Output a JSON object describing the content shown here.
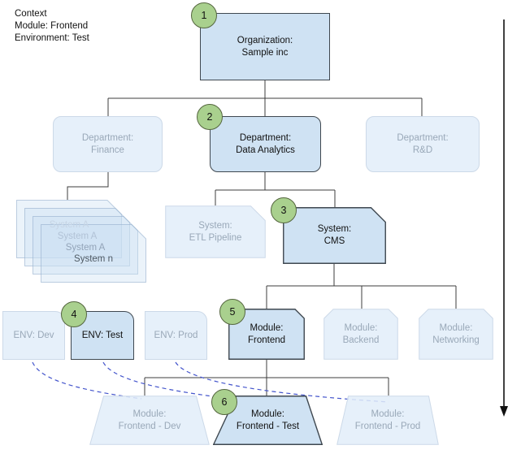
{
  "context": {
    "line1": "Context",
    "line2": "Module: Frontend",
    "line3": "Environment: Test"
  },
  "nodes": {
    "organization": {
      "line1": "Organization:",
      "line2": "Sample inc",
      "step": "1"
    },
    "dept_finance": {
      "line1": "Department:",
      "line2": "Finance"
    },
    "dept_data_analytics": {
      "line1": "Department:",
      "line2": "Data Analytics",
      "step": "2"
    },
    "dept_rd": {
      "line1": "Department:",
      "line2": "R&D"
    },
    "system_stack": {
      "labels": [
        "System A",
        "System A",
        "System A",
        "System n"
      ]
    },
    "system_etl": {
      "line1": "System:",
      "line2": "ETL Pipeline"
    },
    "system_cms": {
      "line1": "System:",
      "line2": "CMS",
      "step": "3"
    },
    "env_dev": {
      "label": "ENV: Dev"
    },
    "env_test": {
      "label": "ENV: Test",
      "step": "4"
    },
    "env_prod": {
      "label": "ENV: Prod"
    },
    "module_frontend": {
      "line1": "Module:",
      "line2": "Frontend",
      "step": "5"
    },
    "module_backend": {
      "line1": "Module:",
      "line2": "Backend"
    },
    "module_networking": {
      "line1": "Module:",
      "line2": "Networking"
    },
    "module_frontend_dev": {
      "line1": "Module:",
      "line2": "Frontend - Dev"
    },
    "module_frontend_test": {
      "line1": "Module:",
      "line2": "Frontend - Test",
      "step": "6"
    },
    "module_frontend_prod": {
      "line1": "Module:",
      "line2": "Frontend - Prod"
    }
  },
  "colors": {
    "highlight_fill": "#cfe2f3",
    "highlight_border": "#3f4850",
    "faded_fill": "#e2edf9",
    "faded_border": "#ccd9e8",
    "faded_text": "#99a8b8",
    "step_badge_fill": "#a9d08e",
    "step_badge_border": "#55663f",
    "connector": "#3c3c3c",
    "env_link_dashed": "#4455cc"
  }
}
